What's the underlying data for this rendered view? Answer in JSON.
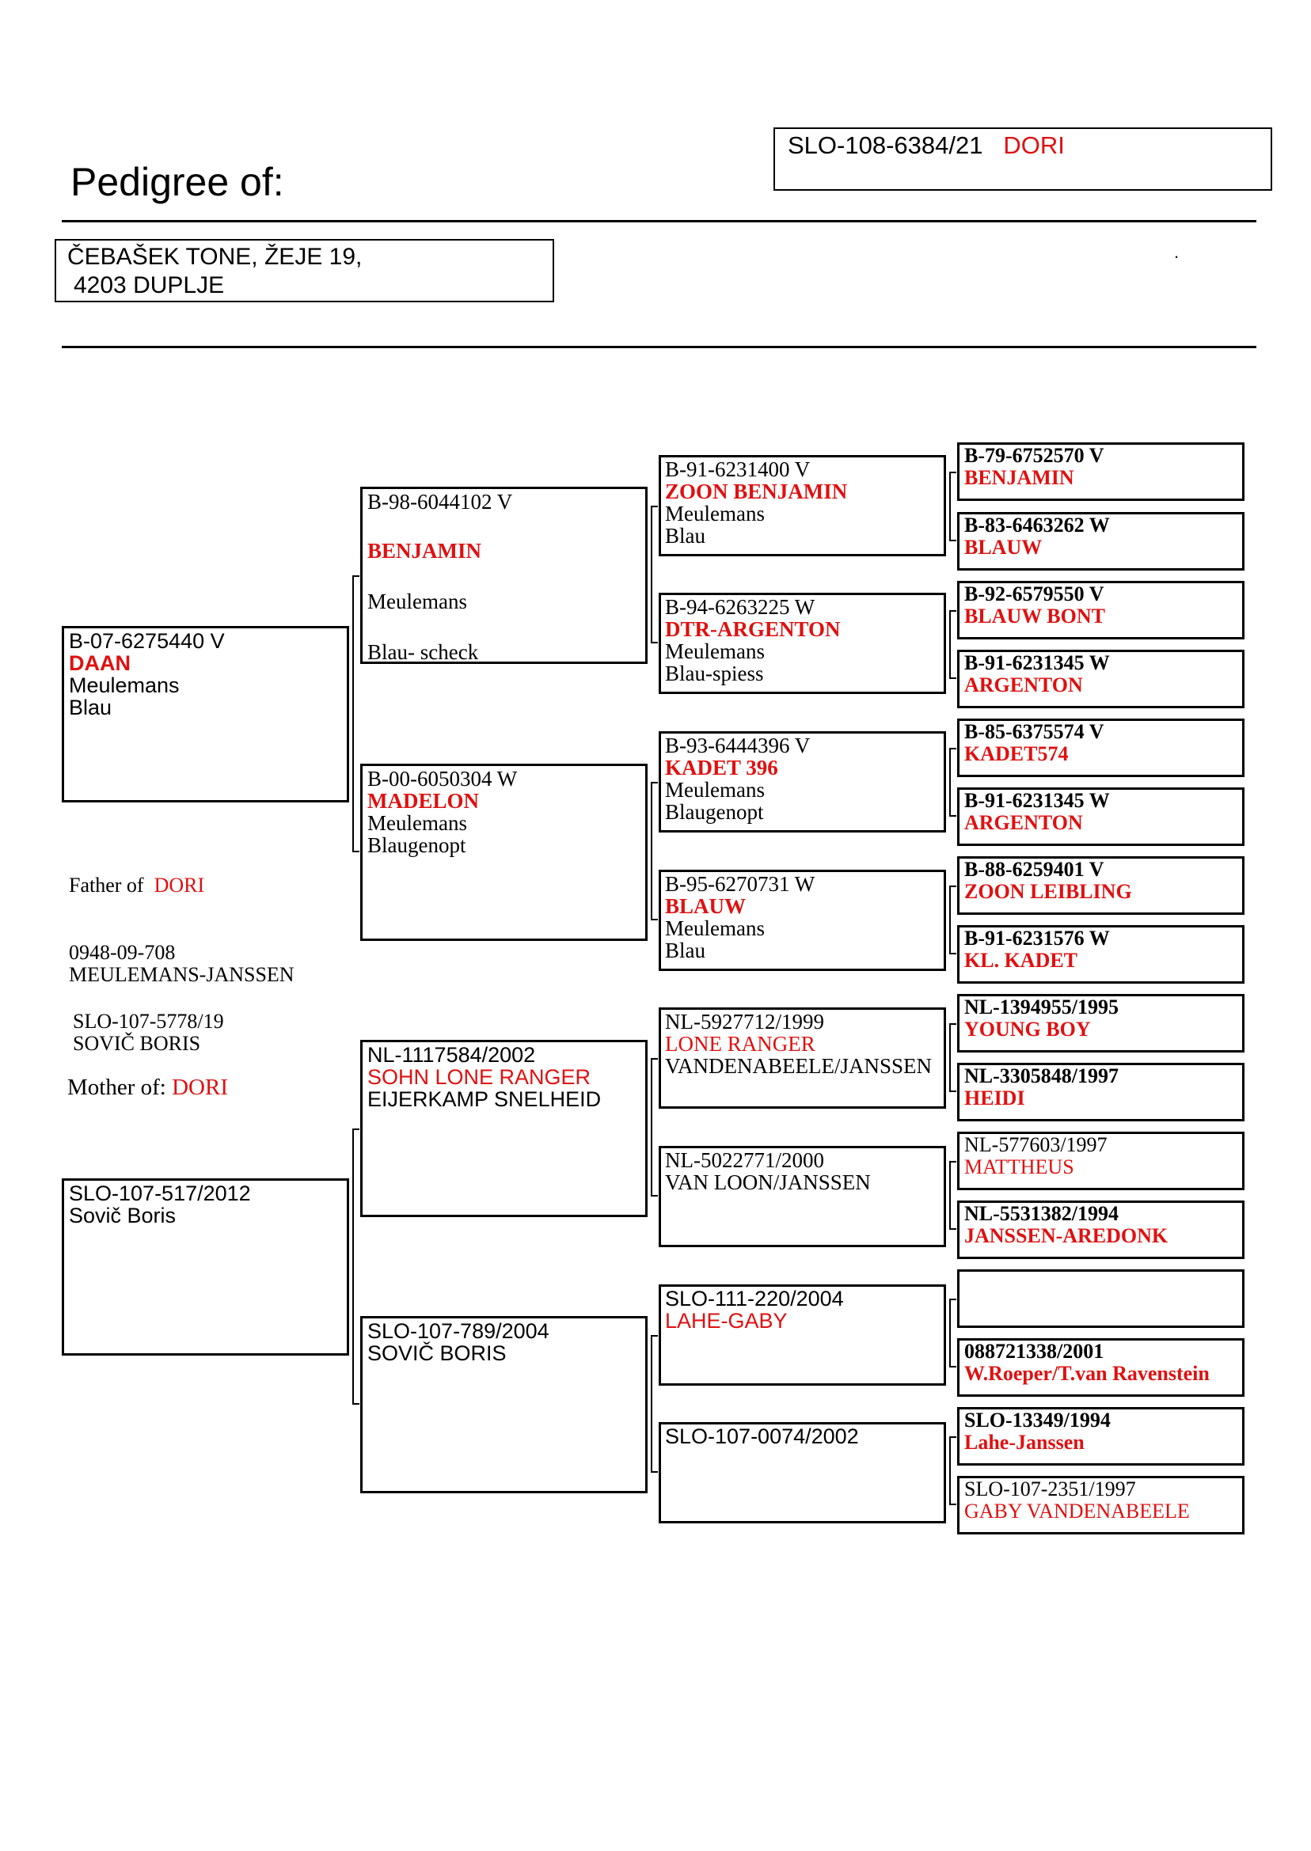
{
  "header": {
    "title": "Pedigree of:",
    "pigeon_ring": "SLO-108-6384/21",
    "pigeon_name": "DORI",
    "owner_line1": "ČEBAŠEK TONE, ŽEJE 19,",
    "owner_line2": "4203 DUPLJE",
    "dot": "."
  },
  "sire": {
    "ring": "B-07-6275440 V",
    "name": "DAAN",
    "breeder": "Meulemans",
    "color": "Blau"
  },
  "dam": {
    "ring": "SLO-107-517/2012",
    "owner": "Sovič Boris"
  },
  "notes": {
    "father_label": "Father of",
    "father_of": "DORI",
    "father_ring": "0948-09-708",
    "father_breeder": "MEULEMANS-JANSSEN",
    "ring2": "SLO-107-5778/19",
    "owner2": "SOVIČ BORIS",
    "mother_label": "Mother of:",
    "mother_of": "DORI"
  },
  "gen2": [
    {
      "ring": "B-98-6044102 V",
      "name": "BENJAMIN",
      "breeder": "Meulemans",
      "color": "Blau- scheck"
    },
    {
      "ring": "B-00-6050304 W",
      "name": "MADELON",
      "breeder": "Meulemans",
      "color": "Blaugenopt"
    },
    {
      "ring": "NL-1117584/2002",
      "name": "SOHN LONE RANGER",
      "breeder": "EIJERKAMP SNELHEID"
    },
    {
      "ring": "SLO-107-789/2004",
      "owner": "SOVIČ BORIS"
    }
  ],
  "gen3": [
    {
      "ring": "B-91-6231400 V",
      "name": "ZOON BENJAMIN",
      "breeder": "Meulemans",
      "color": "Blau"
    },
    {
      "ring": "B-94-6263225 W",
      "name": "DTR-ARGENTON",
      "breeder": "Meulemans",
      "color": "Blau-spiess"
    },
    {
      "ring": "B-93-6444396 V",
      "name": "KADET 396",
      "breeder": "Meulemans",
      "color": "Blaugenopt"
    },
    {
      "ring": "B-95-6270731 W",
      "name": "BLAUW",
      "breeder": "Meulemans",
      "color": "Blau"
    },
    {
      "ring": "NL-5927712/1999",
      "name": "LONE RANGER",
      "breeder": "VANDENABEELE/JANSSEN"
    },
    {
      "ring": "NL-5022771/2000",
      "breeder": "VAN LOON/JANSSEN"
    },
    {
      "ring": "SLO-111-220/2004",
      "name": "LAHE-GABY"
    },
    {
      "ring": "SLO-107-0074/2002"
    }
  ],
  "gen4": [
    {
      "ring": "B-79-6752570 V",
      "name": "BENJAMIN"
    },
    {
      "ring": "B-83-6463262 W",
      "name": "BLAUW"
    },
    {
      "ring": "B-92-6579550 V",
      "name": "BLAUW BONT"
    },
    {
      "ring": "B-91-6231345 W",
      "name": "ARGENTON"
    },
    {
      "ring": "B-85-6375574 V",
      "name": "KADET574"
    },
    {
      "ring": "B-91-6231345 W",
      "name": "ARGENTON"
    },
    {
      "ring": "B-88-6259401 V",
      "name": "ZOON LEIBLING"
    },
    {
      "ring": "B-91-6231576 W",
      "name": "KL. KADET"
    },
    {
      "ring": "NL-1394955/1995",
      "name": "YOUNG BOY"
    },
    {
      "ring": "NL-3305848/1997",
      "name": "HEIDI"
    },
    {
      "ring": "NL-577603/1997",
      "name": "MATTHEUS"
    },
    {
      "ring": "NL-5531382/1994",
      "name": "JANSSEN-AREDONK"
    },
    {
      "ring": "",
      "name": ""
    },
    {
      "ring": "088721338/2001",
      "name": "W.Roeper/T.van Ravenstein"
    },
    {
      "ring": "SLO-13349/1994",
      "name": "Lahe-Janssen"
    },
    {
      "ring": "SLO-107-2351/1997",
      "name": "GABY VANDENABEELE"
    }
  ]
}
